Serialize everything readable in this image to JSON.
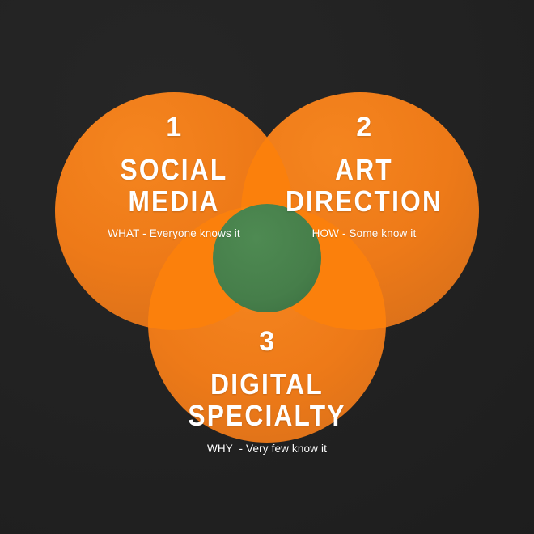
{
  "diagram": {
    "type": "venn",
    "background_color": "#222222",
    "circle_color": "#F07818",
    "overlap_color": "#FB800C",
    "center_color": "#46824A",
    "circles": [
      {
        "id": "social-media",
        "number": "1",
        "title_line1": "SOCIAL",
        "title_line2": "MEDIA",
        "subtitle": "WHAT - Everyone knows it",
        "position": "left"
      },
      {
        "id": "art-direction",
        "number": "2",
        "title_line1": "ART",
        "title_line2": "DIRECTION",
        "subtitle": "HOW - Some know it",
        "position": "right"
      },
      {
        "id": "digital-specialty",
        "number": "3",
        "title_line1": "DIGITAL",
        "title_line2": "SPECIALTY",
        "subtitle": "WHY  - Very few know it",
        "position": "bottom"
      }
    ]
  }
}
